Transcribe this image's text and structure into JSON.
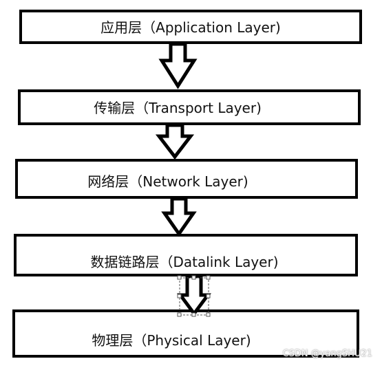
{
  "layers": [
    {
      "label": "应用层（Application Layer)"
    },
    {
      "label": "传输层（Transport Layer)"
    },
    {
      "label": "网络层（Network Layer)"
    },
    {
      "label": "数据链路层（Datalink Layer)"
    },
    {
      "label": "物理层（Physical Layer)"
    }
  ],
  "watermark": "CSDN @yangSHU21",
  "colors": {
    "stroke": "#000000",
    "background": "#ffffff",
    "selection_handle": "#555555"
  }
}
